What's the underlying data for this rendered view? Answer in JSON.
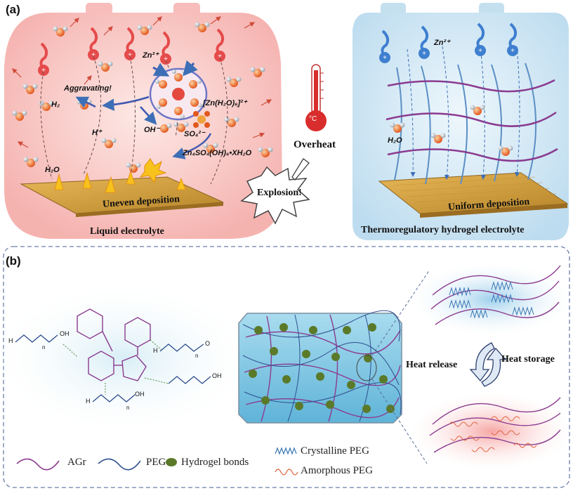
{
  "panel_a": {
    "tag": "(a)",
    "left": {
      "title": "Liquid electrolyte",
      "deposition": "Uneven deposition",
      "zn_ion": "Zn²⁺",
      "aggravating": "Aggravating!",
      "h2": "H₂",
      "h_plus": "H⁺",
      "oh_minus": "OH⁻",
      "complex": "[Zn(H₂O)₆]²⁺",
      "sulfate": "SO₄²⁻",
      "byproduct": "Zn₄SO₄(OH)₆•XH₂O",
      "water": "H₂O",
      "overheat": "Overheat",
      "thermo_unit": "°C",
      "explosion": "Explosion!"
    },
    "right": {
      "title": "Thermoregulatory hydrogel electrolyte",
      "deposition": "Uniform deposition",
      "zn_ion": "Zn²⁺",
      "water": "H₂O"
    }
  },
  "panel_b": {
    "tag": "(b)",
    "heat_release": "Heat release",
    "heat_storage": "Heat storage",
    "peg_h": "H",
    "peg_o": "O",
    "peg_n": "n",
    "peg_oh": "OH",
    "legend": {
      "agr": "AGr",
      "peg": "PEG",
      "hydrogel_bonds": "Hydrogel bonds",
      "crystalline": "Crystalline PEG",
      "amorphous": "Amorphous PEG"
    }
  },
  "colors": {
    "left_bg": "#f9c9c9",
    "right_bg": "#cfe6f2",
    "panel_b_border": "#6a7fa8",
    "agr": "#8b3a8f",
    "peg": "#2f4f8f",
    "hydrogel_bond": "#5a7a2a",
    "crystalline": "#3b78b5",
    "amorphous": "#e0603a",
    "zinc_plate": "#d9a437"
  }
}
